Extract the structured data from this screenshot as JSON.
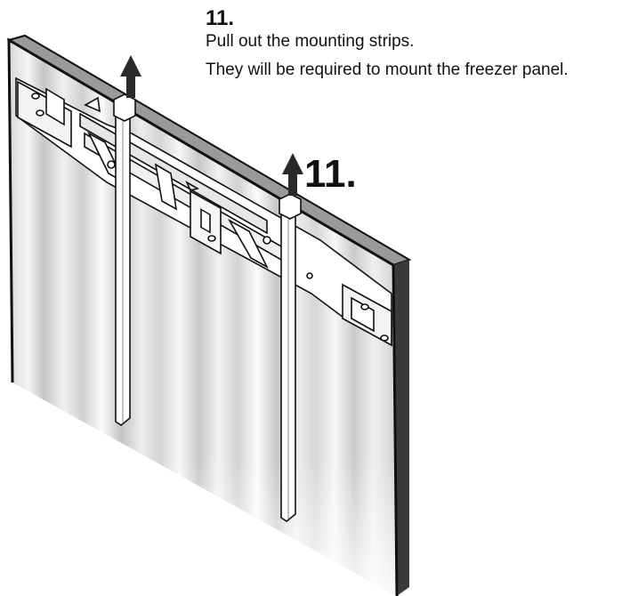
{
  "step": {
    "number": "11.",
    "instruction": "Pull out the mounting strips.",
    "note": "They will be required to mount the freezer panel."
  },
  "illustration": {
    "callout_label": "11.",
    "colors": {
      "ink": "#111111",
      "panel_base": "#e9e9e9",
      "panel_streak": "#c9c9c9",
      "bracket": "#ffffff",
      "arrow": "#2a2a2a"
    }
  }
}
